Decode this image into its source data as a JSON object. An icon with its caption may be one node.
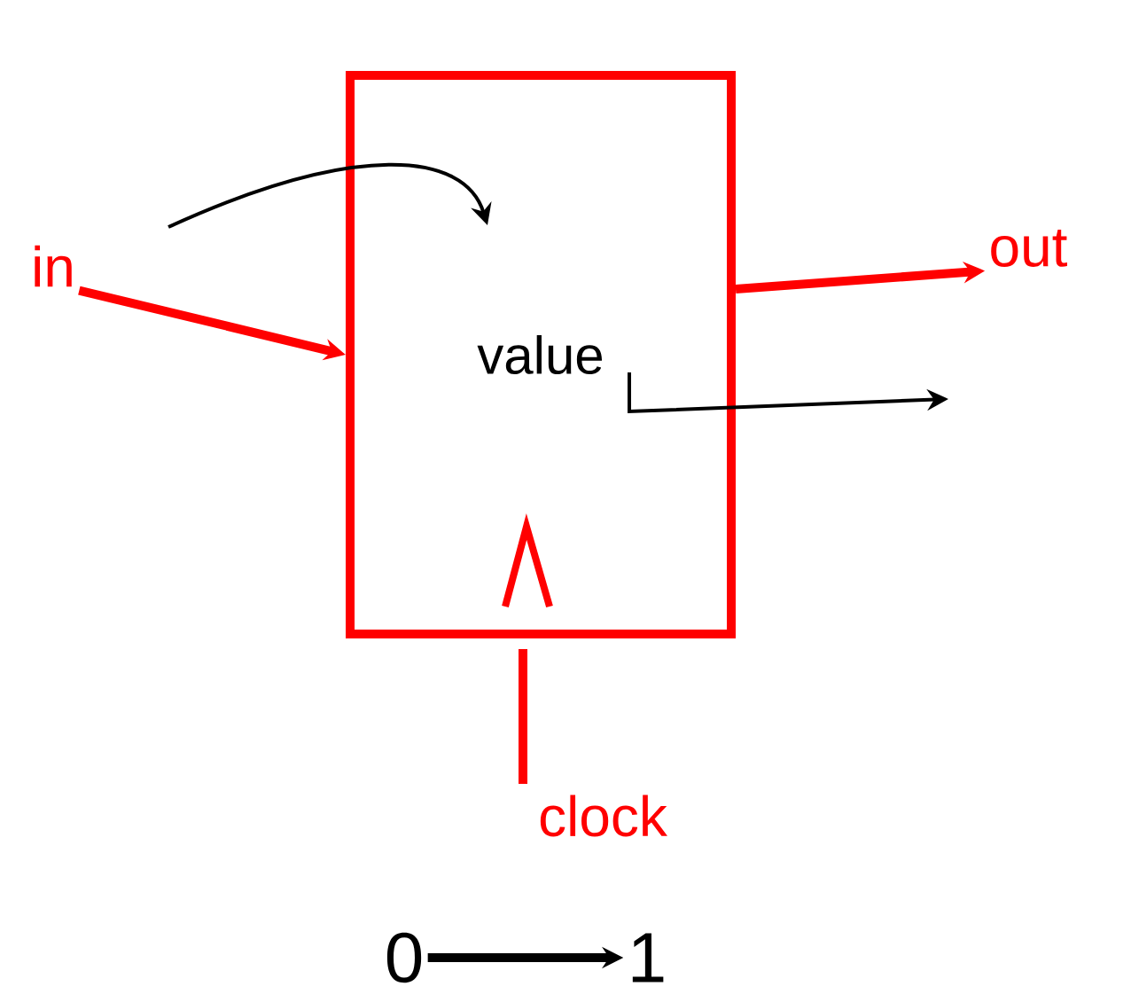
{
  "diagram": {
    "nodes": [
      {
        "text": [
          "value"
        ]
      },
      {
        "text": [
          "in"
        ]
      },
      {
        "text": [
          "out"
        ]
      },
      {
        "text": [
          "clock"
        ]
      },
      {
        "text": [
          "0"
        ]
      },
      {
        "text": [
          "1"
        ]
      }
    ],
    "edges": [
      {
        "from": 1,
        "to": 0,
        "arrow": "to",
        "color": "#ff0000"
      },
      {
        "from": null,
        "to": 0,
        "arrow": "to",
        "color": "#000000"
      },
      {
        "from": 0,
        "to": 2,
        "arrow": "to",
        "color": "#ff0000"
      },
      {
        "from": 0,
        "to": null,
        "arrow": "to",
        "color": "#000000"
      },
      {
        "from": 3,
        "to": 0,
        "arrow": "none",
        "color": "#ff0000"
      },
      {
        "from": 4,
        "to": 5,
        "arrow": "to",
        "color": "#000000"
      }
    ]
  }
}
